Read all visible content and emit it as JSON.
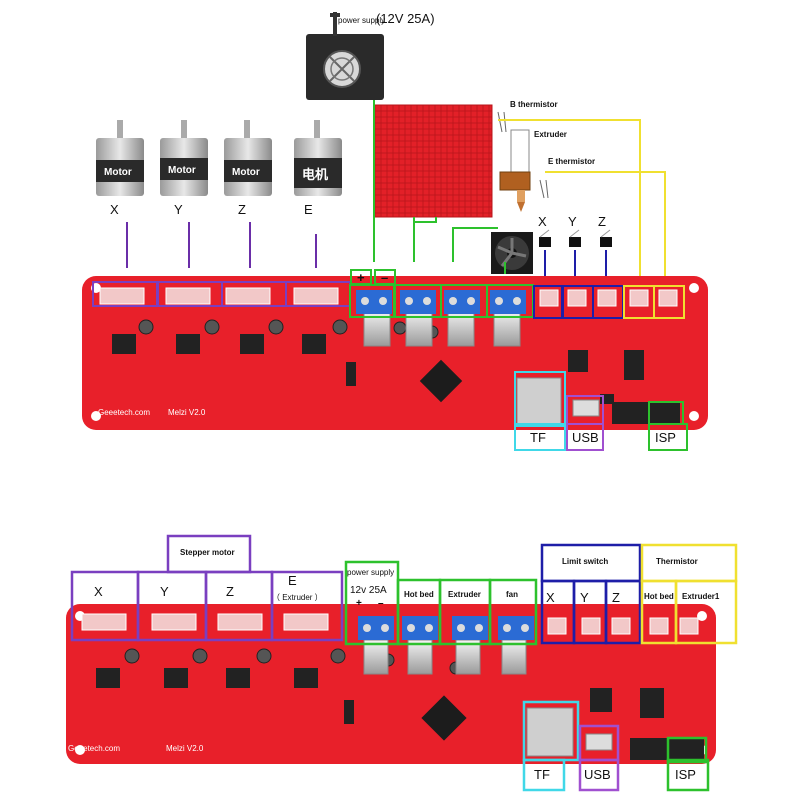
{
  "top": {
    "power_supply_label": "power supply",
    "power_supply_spec": "(12V 25A)",
    "b_thermistor": "B thermistor",
    "extruder": "Extruder",
    "e_thermistor": "E thermistor",
    "motors": [
      {
        "text": "Motor",
        "axis": "X"
      },
      {
        "text": "Motor",
        "axis": "Y"
      },
      {
        "text": "Motor",
        "axis": "Z"
      },
      {
        "text": "电机",
        "axis": "E"
      }
    ],
    "limit_switches": [
      "X",
      "Y",
      "Z"
    ],
    "plus": "+",
    "minus": "–",
    "tf": "TF",
    "usb": "USB",
    "isp": "ISP",
    "board_text_1": "Geeetech.com",
    "board_text_2": "Melzi V2.0"
  },
  "bottom": {
    "stepper_motor": "Stepper motor",
    "x": "X",
    "y": "Y",
    "z": "Z",
    "e": "E",
    "e_sub": "（ Extruder ）",
    "power_supply": "power supply",
    "power_spec": "12v 25A",
    "plus": "+",
    "minus": "–",
    "hot_bed": "Hot bed",
    "extruder": "Extruder",
    "fan": "fan",
    "limit_switch": "Limit switch",
    "lx": "X",
    "ly": "Y",
    "lz": "Z",
    "thermistor": "Thermistor",
    "t_hot_bed": "Hot bed",
    "t_extruder": "Extruder1",
    "tf": "TF",
    "usb": "USB",
    "isp": "ISP",
    "board_text_1": "Geeetech.com",
    "board_text_2": "Melzi V2.0"
  },
  "colors": {
    "board": "#e8202a",
    "stepper": "#7a3fc0",
    "power": "#2dc12d",
    "limit": "#1e1ea8",
    "thermistor": "#f0e030",
    "tf": "#40d8e8",
    "usb": "#a050d0",
    "isp": "#2dc12d"
  }
}
